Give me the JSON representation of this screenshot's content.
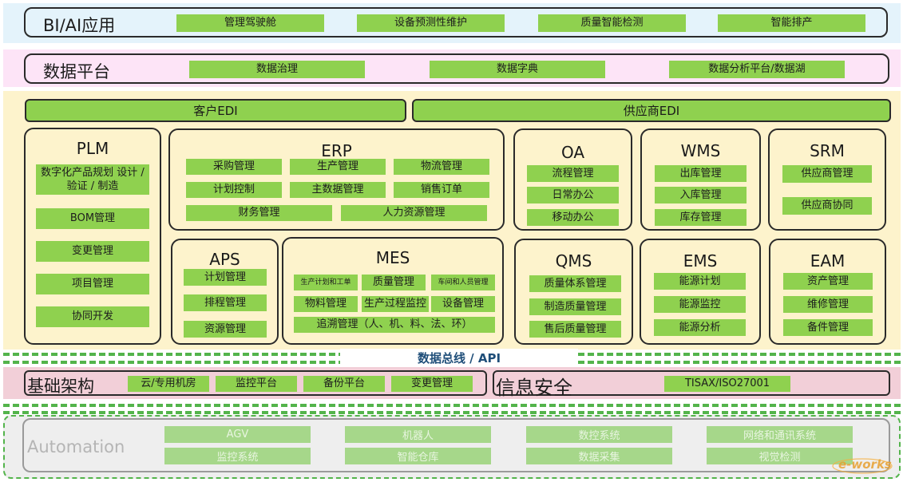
{
  "bi": {
    "title": "BI/AI应用",
    "items": [
      "管理驾驶舱",
      "设备预测性维护",
      "质量智能检测",
      "智能排产"
    ]
  },
  "platform": {
    "title": "数据平台",
    "items": [
      "数据治理",
      "数据字典",
      "数据分析平台/数据湖"
    ]
  },
  "edi": {
    "customer": "客户EDI",
    "supplier": "供应商EDI"
  },
  "plm": {
    "title": "PLM",
    "items": [
      "数字化产品规划 设计 / 验证 / 制造",
      "BOM管理",
      "变更管理",
      "项目管理",
      "协同开发"
    ]
  },
  "erp": {
    "title": "ERP",
    "items": [
      "采购管理",
      "生产管理",
      "物流管理",
      "计划控制",
      "主数据管理",
      "销售订单",
      "财务管理",
      "人力资源管理"
    ]
  },
  "oa": {
    "title": "OA",
    "items": [
      "流程管理",
      "日常办公",
      "移动办公"
    ]
  },
  "wms": {
    "title": "WMS",
    "items": [
      "出库管理",
      "入库管理",
      "库存管理"
    ]
  },
  "srm": {
    "title": "SRM",
    "items": [
      "供应商管理",
      "供应商协同"
    ]
  },
  "aps": {
    "title": "APS",
    "items": [
      "计划管理",
      "排程管理",
      "资源管理"
    ]
  },
  "mes": {
    "title": "MES",
    "items": [
      "生产计划和工单",
      "质量管理",
      "车间和人员管理",
      "物料管理",
      "生产过程监控",
      "设备管理",
      "追溯管理（人、机、料、法、环）"
    ]
  },
  "qms": {
    "title": "QMS",
    "items": [
      "质量体系管理",
      "制造质量管理",
      "售后质量管理"
    ]
  },
  "ems": {
    "title": "EMS",
    "items": [
      "能源计划",
      "能源监控",
      "能源分析"
    ]
  },
  "eam": {
    "title": "EAM",
    "items": [
      "资产管理",
      "维修管理",
      "备件管理"
    ]
  },
  "bus": {
    "label": "数据总线 / API"
  },
  "infra": {
    "title": "基础架构",
    "items": [
      "云/专用机房",
      "监控平台",
      "备份平台",
      "变更管理"
    ]
  },
  "security": {
    "title": "信息安全",
    "items": [
      "TISAX/ISO27001"
    ]
  },
  "automation": {
    "title": "Automation",
    "items": [
      "AGV",
      "机器人",
      "数控系统",
      "网络和通讯系统",
      "监控系统",
      "智能仓库",
      "数据采集",
      "视觉检测"
    ]
  },
  "watermark": "e-works",
  "colors": {
    "green": "#8fd14f",
    "bi_band": "#e4f3fb",
    "platform_band": "#fde4f7",
    "apps_band": "#fdf3cc",
    "infra_band": "#f2cfd8",
    "auto_band": "#e8e8e8",
    "bus_text": "#1f4e79",
    "dash": "#53b44b"
  }
}
